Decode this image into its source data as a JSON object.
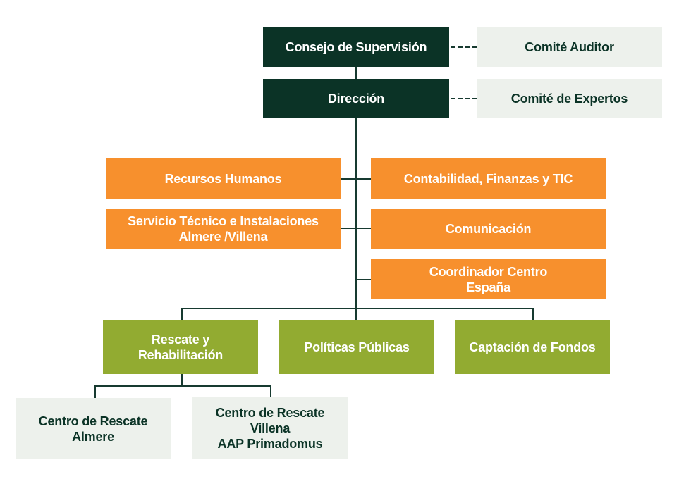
{
  "org_chart": {
    "top": {
      "board": "Consejo de Supervisión",
      "direction": "Dirección"
    },
    "advisory": {
      "audit_committee": "Comité Auditor",
      "experts_committee": "Comité de Expertos"
    },
    "support_departments": {
      "human_resources": "Recursos Humanos",
      "accounting": "Contabilidad, Finanzas y TIC",
      "technical_service": "Servicio Técnico e Instalaciones\nAlmere /Villena",
      "communication": "Comunicación",
      "coordinator": "Coordinador Centro\nEspaña"
    },
    "main_areas": {
      "rescue": "Rescate y\nRehabilitación",
      "public_policy": "Políticas Públicas",
      "fundraising": "Captación de Fondos"
    },
    "centers": {
      "almere": "Centro de Rescate\nAlmere",
      "villena": "Centro de Rescate\nVillena\nAAP Primadomus"
    }
  },
  "colors": {
    "dark_green": "#0b3326",
    "light_gray_green": "#edf1ec",
    "orange": "#f7902d",
    "olive_green": "#92ab31"
  }
}
